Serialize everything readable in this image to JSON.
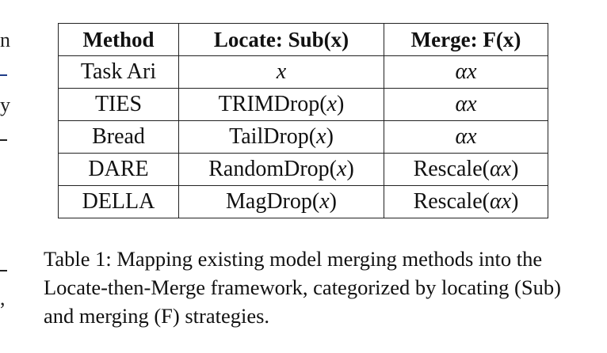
{
  "left_fragments": [
    "n",
    "y",
    ","
  ],
  "table": {
    "headers": [
      "Method",
      "Locate: Sub(x)",
      "Merge: F(x)"
    ],
    "rows": [
      {
        "method": "Task Ari",
        "locate_fn": "",
        "locate_var": "x",
        "merge_fn": "",
        "merge_var": "αx"
      },
      {
        "method": "TIES",
        "locate_fn": "TRIMDrop",
        "locate_var": "x",
        "merge_fn": "",
        "merge_var": "αx"
      },
      {
        "method": "Bread",
        "locate_fn": "TailDrop",
        "locate_var": "x",
        "merge_fn": "",
        "merge_var": "αx"
      },
      {
        "method": "DARE",
        "locate_fn": "RandomDrop",
        "locate_var": "x",
        "merge_fn": "Rescale",
        "merge_var": "αx"
      },
      {
        "method": "DELLA",
        "locate_fn": "MagDrop",
        "locate_var": "x",
        "merge_fn": "Rescale",
        "merge_var": "αx"
      }
    ]
  },
  "caption": "Table 1: Mapping existing model merging methods into the Locate-then-Merge framework, categorized by locating (Sub) and merging (F) strategies."
}
